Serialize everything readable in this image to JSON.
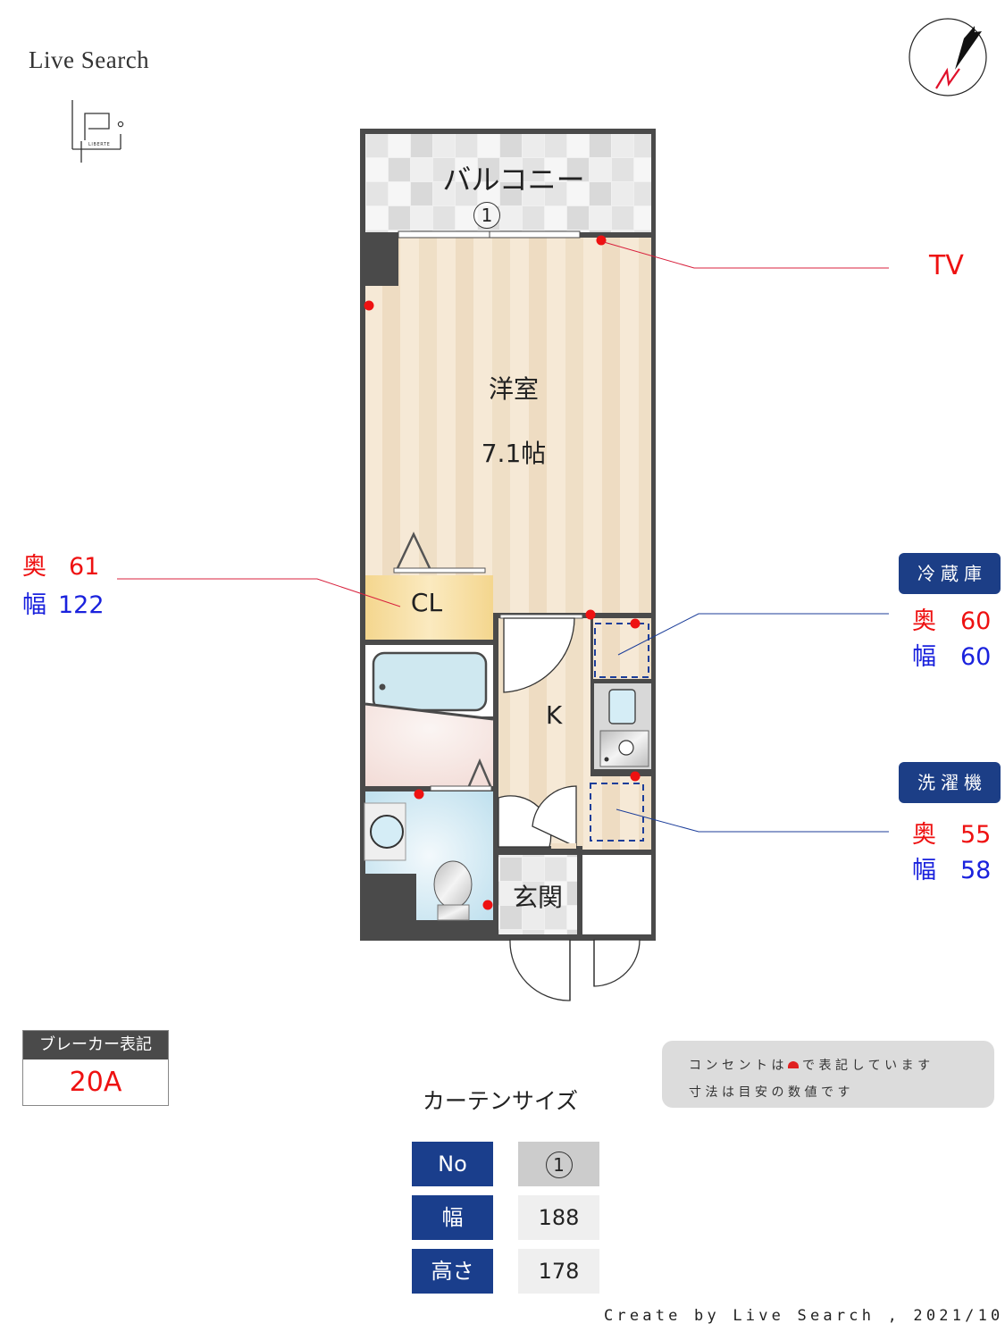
{
  "header": {
    "brand_title": "Live Search",
    "logo_text": "LIBERTE",
    "compass_label": "N"
  },
  "floorplan": {
    "rooms": {
      "balcony": "バルコニー",
      "western_room": "洋室",
      "western_room_size": "7.1帖",
      "closet": "CL",
      "kitchen": "K",
      "entrance": "玄関"
    },
    "curtain_marker": "1"
  },
  "callouts": {
    "tv": {
      "label": "TV"
    },
    "closet": {
      "depth_label": "奥",
      "depth": "61",
      "width_label": "幅",
      "width": "122"
    },
    "fridge": {
      "title": "冷蔵庫",
      "depth_label": "奥",
      "depth": "60",
      "width_label": "幅",
      "width": "60"
    },
    "washer": {
      "title": "洗濯機",
      "depth_label": "奥",
      "depth": "55",
      "width_label": "幅",
      "width": "58"
    }
  },
  "breaker": {
    "label": "ブレーカー表記",
    "value": "20A"
  },
  "note": {
    "line1_prefix": "コンセントは",
    "line1_suffix": "で表記しています",
    "line2": "寸法は目安の数値です"
  },
  "curtain_table": {
    "title": "カーテンサイズ",
    "rows": [
      {
        "header": "No",
        "value": "1"
      },
      {
        "header": "幅",
        "value": "188"
      },
      {
        "header": "高さ",
        "value": "178"
      }
    ]
  },
  "footer": {
    "credit": "Create by Live Search , 2021/10"
  },
  "colors": {
    "wall": "#4a4a4a",
    "outlet": "#ee1111",
    "tag_blue": "#1c3e86",
    "depth_red": "#ee1111",
    "width_blue": "#1a22dd",
    "floor_light": "#f6e9d6",
    "floor_dark": "#eedcc2",
    "closet": "#f6dc9c"
  }
}
